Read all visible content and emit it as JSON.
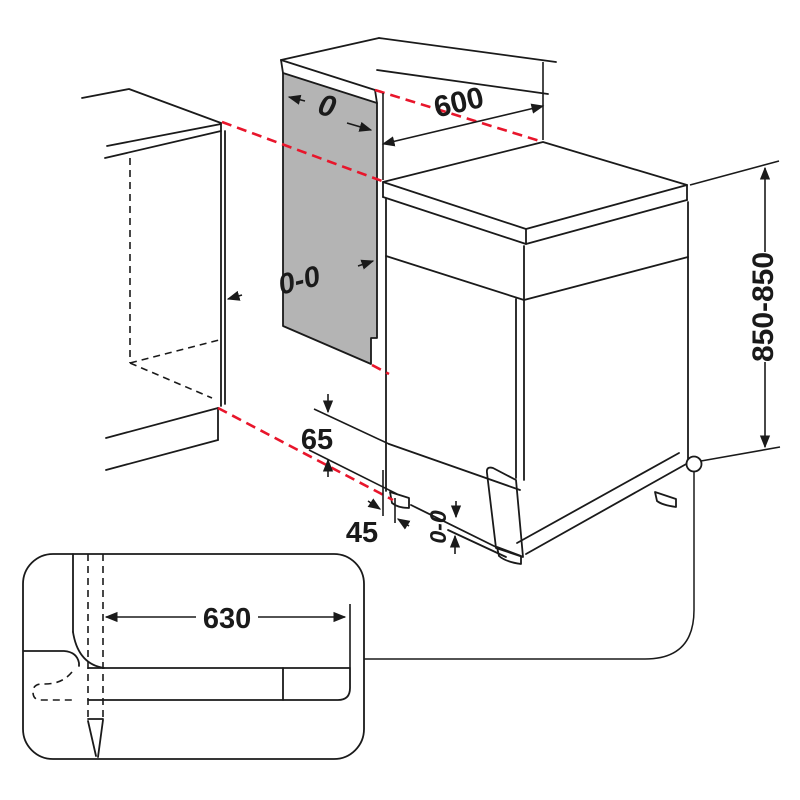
{
  "drawing": {
    "type": "appliance installation dimension diagram",
    "dimensions": {
      "panel_gap_top": "0",
      "width": "600",
      "niche_clearance": "0-0",
      "height": "850-850",
      "plinth_height": "65",
      "foot_offset": "45",
      "foot_clearance": "0-0",
      "door_open_depth": "630"
    },
    "colors": {
      "highlight_red": "#e8152b",
      "panel_gray": "#b4b4b4",
      "line_black": "#1a1a1a"
    }
  }
}
